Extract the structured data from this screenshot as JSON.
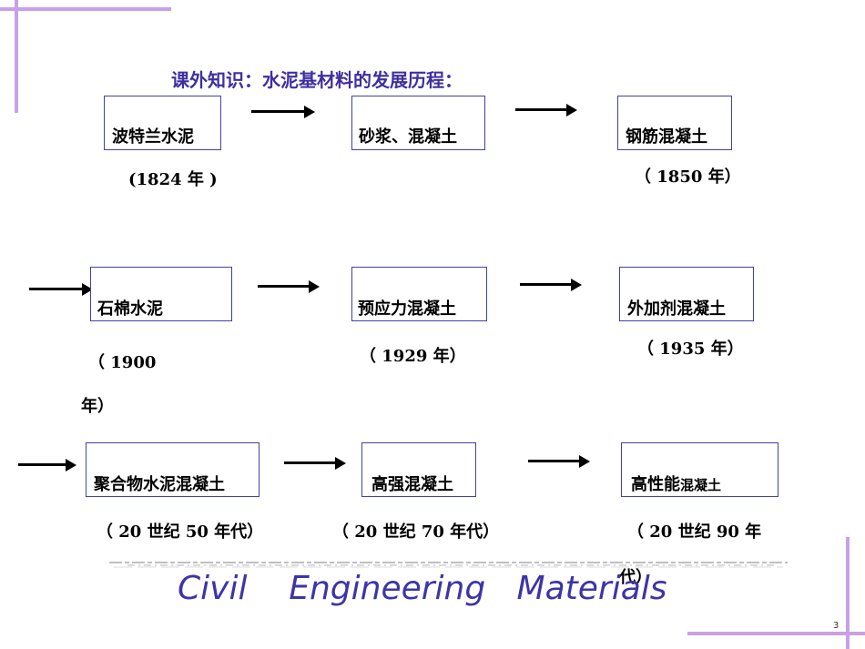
{
  "title": "课外知识：水泥基材料的发展历程：",
  "stages": [
    {
      "label": "波特兰水泥",
      "year": "(1824 年 )"
    },
    {
      "label": "砂浆、混凝土",
      "year": ""
    },
    {
      "label": "钢筋混凝土",
      "year": "（ 1850 年）"
    },
    {
      "label": "石棉水泥",
      "year_line1": "（ 1900",
      "year_line2": "年）"
    },
    {
      "label": "预应力混凝土",
      "year": "（ 1929 年）"
    },
    {
      "label": "外加剂混凝土",
      "year": "（ 1935 年）"
    },
    {
      "label": "聚合物水泥混凝土",
      "year": "（ 20 世纪 50 年代）"
    },
    {
      "label": "高强混凝土",
      "year": "（ 20 世纪 70 年代）"
    },
    {
      "label_part1": "高性能",
      "label_part2": "混凝土",
      "year_line1": "（ 20 世纪 90 年",
      "year_line2": "代）"
    }
  ],
  "footer": {
    "text": "Civil    Engineering   Materials"
  },
  "page_number": "3",
  "colors": {
    "accent": "#c9a0e8",
    "title": "#3f2fa0",
    "box_border": "#4141a8",
    "footer": "#3c35a8"
  }
}
